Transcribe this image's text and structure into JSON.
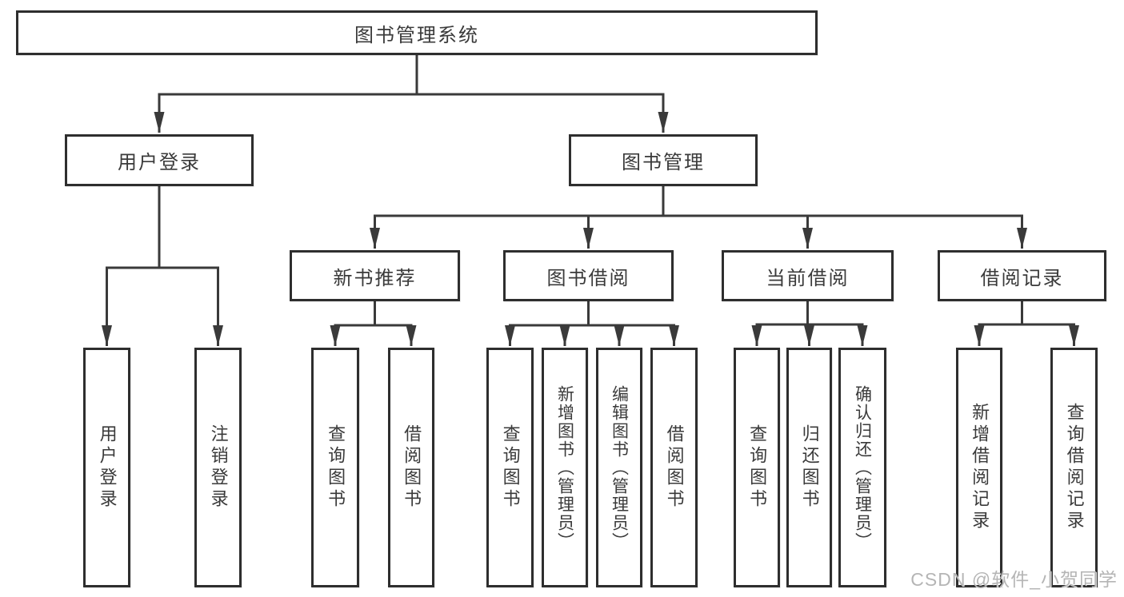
{
  "diagram": {
    "root": {
      "label": "图书管理系统"
    },
    "level1": [
      {
        "id": "user-login",
        "label": "用户登录"
      },
      {
        "id": "book-mgmt",
        "label": "图书管理"
      }
    ],
    "level2": [
      {
        "id": "new-books",
        "parent": "book-mgmt",
        "label": "新书推荐"
      },
      {
        "id": "book-borrow",
        "parent": "book-mgmt",
        "label": "图书借阅"
      },
      {
        "id": "current-borrow",
        "parent": "book-mgmt",
        "label": "当前借阅"
      },
      {
        "id": "borrow-records",
        "parent": "book-mgmt",
        "label": "借阅记录"
      }
    ],
    "leaves": [
      {
        "parent": "user-login",
        "label": "用户登录"
      },
      {
        "parent": "user-login",
        "label": "注销登录"
      },
      {
        "parent": "new-books",
        "label": "查询图书"
      },
      {
        "parent": "new-books",
        "label": "借阅图书"
      },
      {
        "parent": "book-borrow",
        "label": "查询图书"
      },
      {
        "parent": "book-borrow",
        "label": "新增图书（管理员）"
      },
      {
        "parent": "book-borrow",
        "label": "编辑图书（管理员）"
      },
      {
        "parent": "book-borrow",
        "label": "借阅图书"
      },
      {
        "parent": "current-borrow",
        "label": "查询图书"
      },
      {
        "parent": "current-borrow",
        "label": "归还图书"
      },
      {
        "parent": "current-borrow",
        "label": "确认归还（管理员）"
      },
      {
        "parent": "borrow-records",
        "label": "新增借阅记录"
      },
      {
        "parent": "borrow-records",
        "label": "查询借阅记录"
      }
    ]
  },
  "watermark": {
    "text": "CSDN @软件_小贺同学"
  },
  "colors": {
    "line": "#3a3a3a",
    "box_border": "#2e2e2e",
    "text": "#3a3a3a",
    "watermark": "#b5b5b5",
    "background": "#ffffff"
  }
}
